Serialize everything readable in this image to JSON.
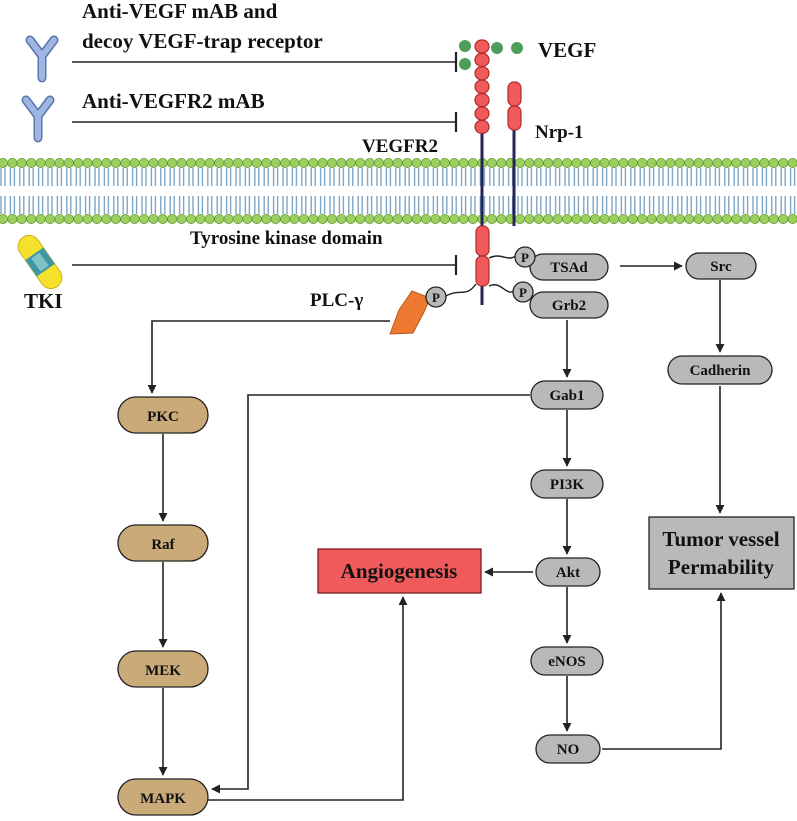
{
  "colors": {
    "membrane_head": "#9ccf5f",
    "membrane_head_stroke": "#5f9a2f",
    "membrane_tail": "#7fa6c4",
    "receptor": "#ef5a5a",
    "receptor_stroke": "#b02a2a",
    "stalk": "#24245a",
    "vegf_dot": "#4d9e58",
    "antibody": "#9fb6e2",
    "antibody_stroke": "#5a74ad",
    "tki_yellow": "#f5e02c",
    "tki_teal": "#3e97a2",
    "plc": "#ee7a32",
    "node_gray": "#b9b9b9",
    "node_tan": "#c9aa78",
    "angiogenesis": "#f05a5a",
    "tumor_box": "#b9b9b9",
    "line": "#222222"
  },
  "labels": {
    "anti_vegf_line1": "Anti-VEGF mAB and",
    "anti_vegf_line2": "decoy VEGF-trap receptor",
    "anti_vegfr2": "Anti-VEGFR2 mAB",
    "vegf": "VEGF",
    "vegfr2": "VEGFR2",
    "nrp1": "Nrp-1",
    "tk_domain": "Tyrosine kinase domain",
    "tki": "TKI",
    "plc_gamma": "PLC-γ",
    "phospho": "P"
  },
  "nodes": {
    "tsad": "TSAd",
    "grb2": "Grb2",
    "src": "Src",
    "cadherin": "Cadherin",
    "gab1": "Gab1",
    "pi3k": "PI3K",
    "akt": "Akt",
    "enos": "eNOS",
    "no": "NO",
    "pkc": "PKC",
    "raf": "Raf",
    "mek": "MEK",
    "mapk": "MAPK"
  },
  "outcomes": {
    "angiogenesis": "Angiogenesis",
    "tumor_line1": "Tumor vessel",
    "tumor_line2": "Permability"
  }
}
